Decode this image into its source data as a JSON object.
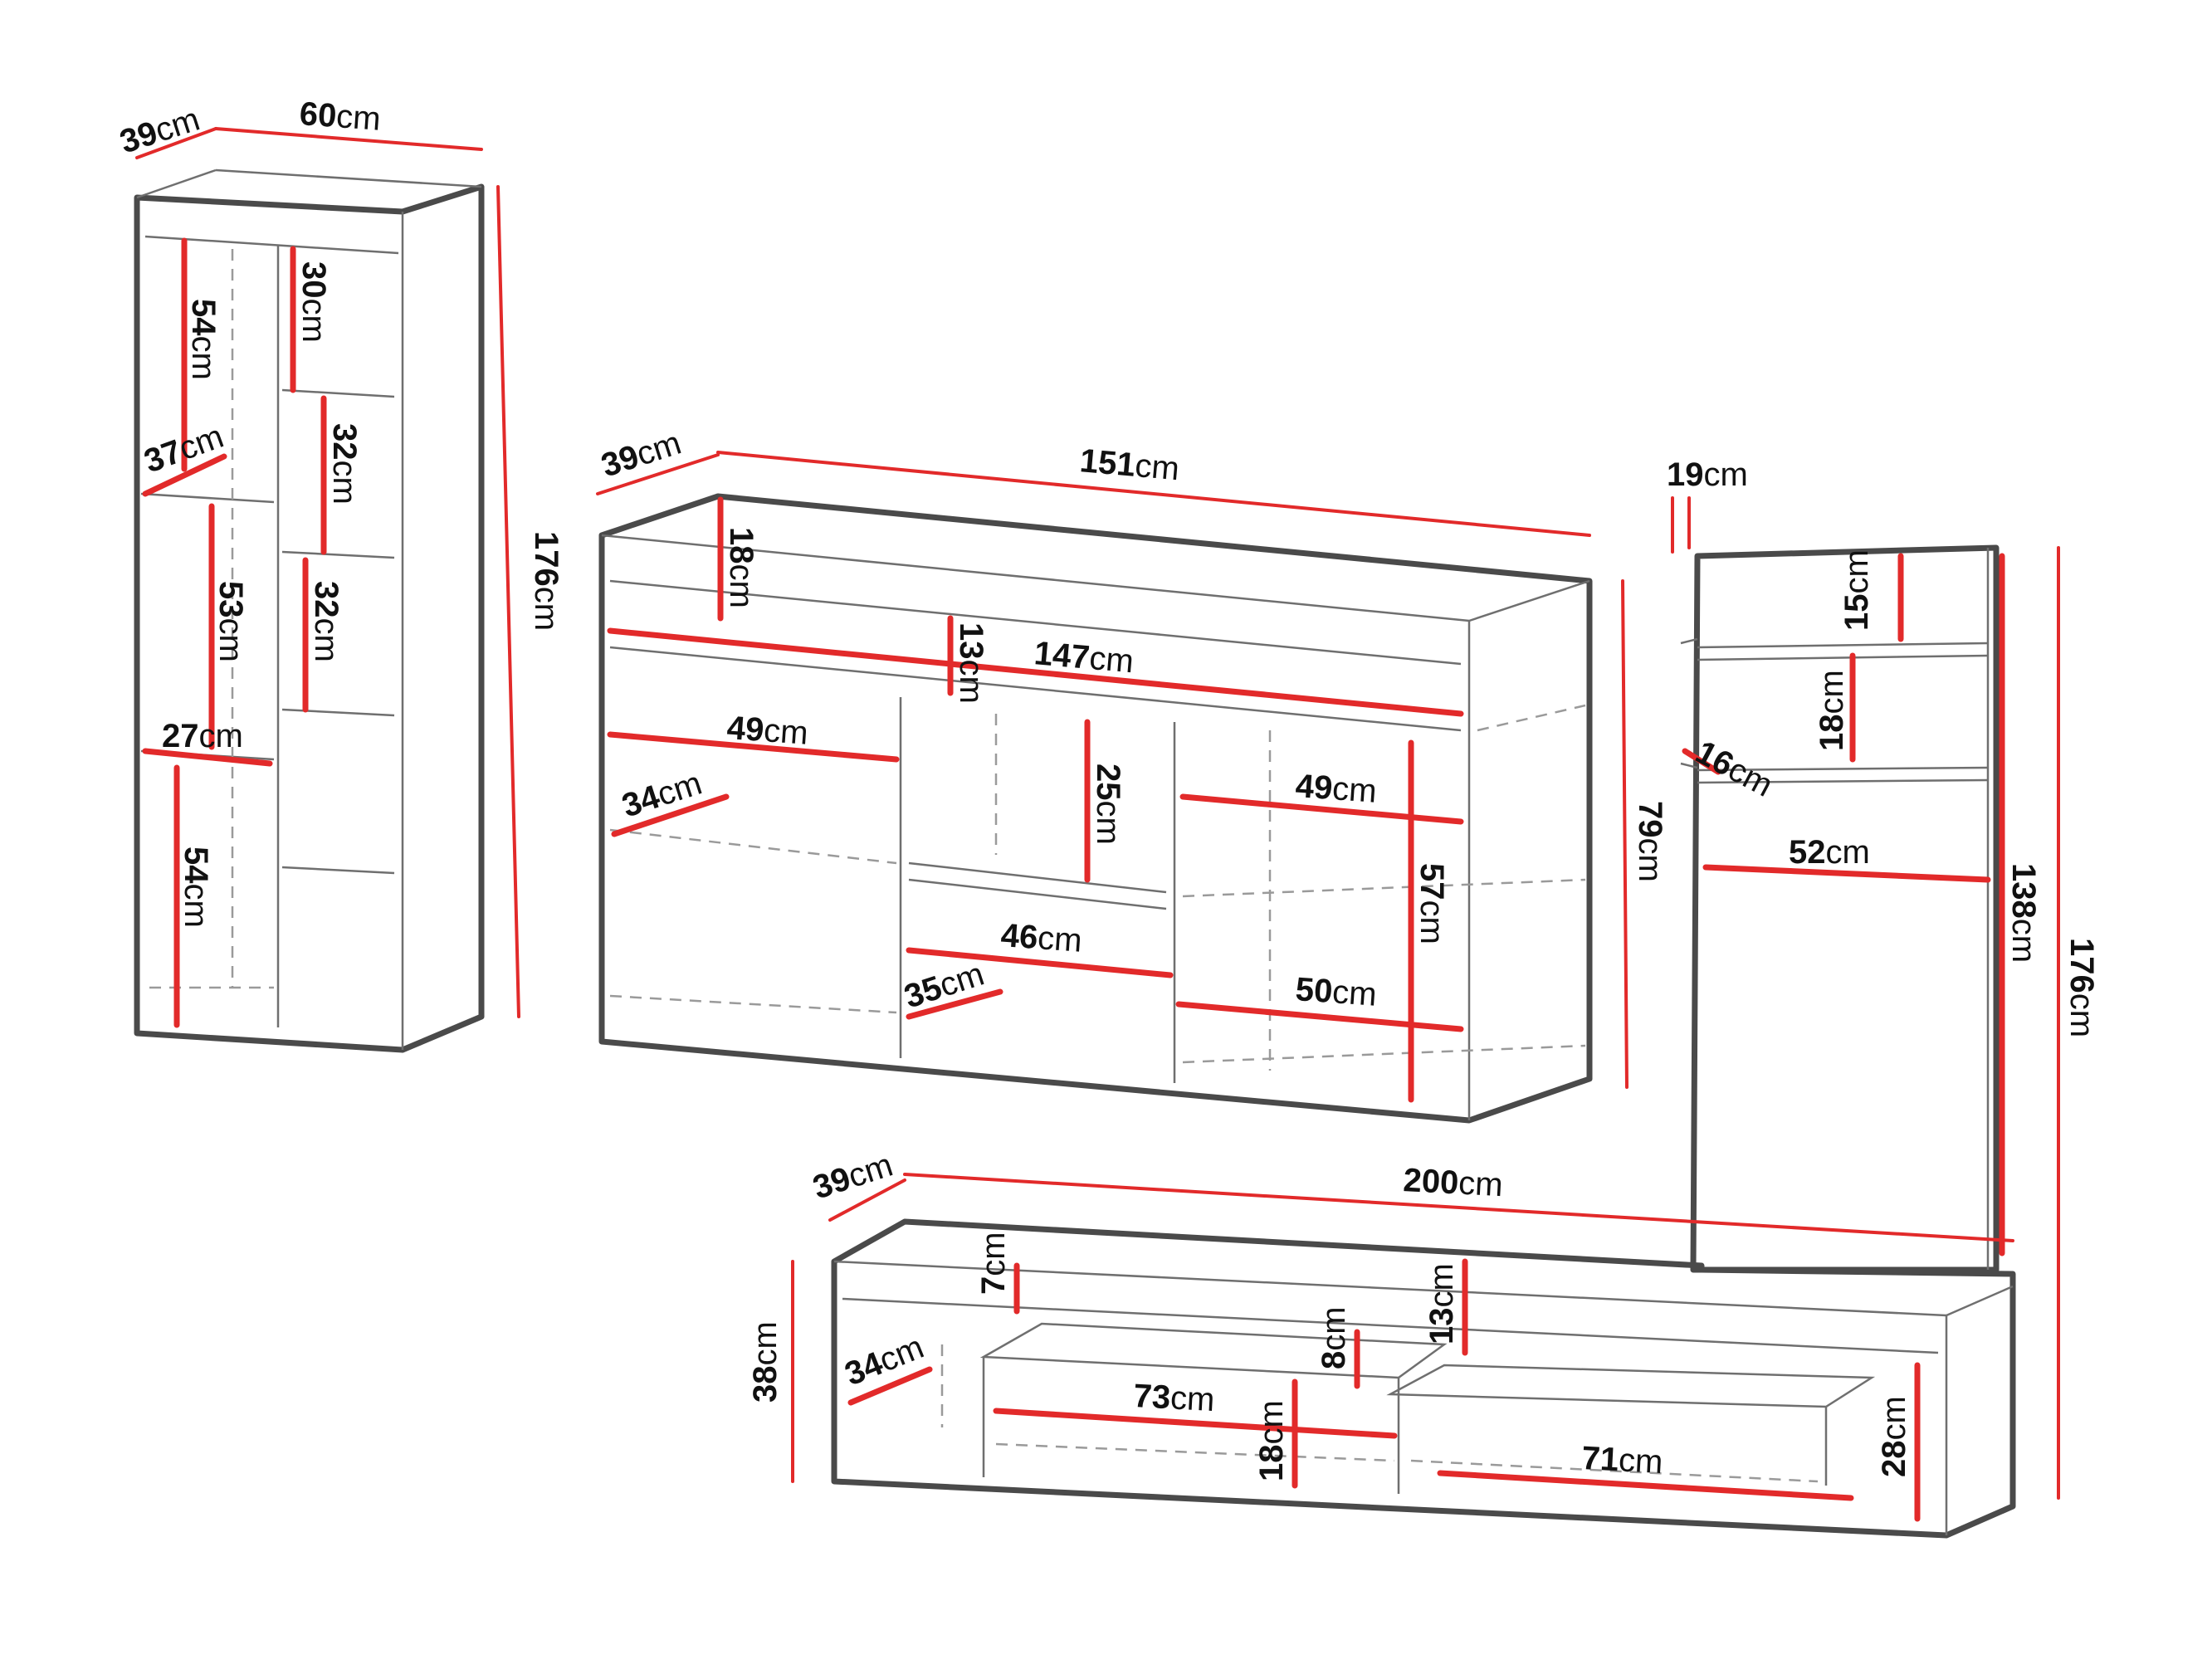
{
  "unit": "cm",
  "bookcase": {
    "labels": {
      "depth": "39",
      "width": "60",
      "height": "176",
      "left_top": "54",
      "left_mid_depth": "37",
      "left_mid": "53",
      "left_low_depth": "27",
      "left_bottom": "54",
      "right_top": "30",
      "right_second": "32",
      "right_third": "32"
    }
  },
  "sideboard": {
    "labels": {
      "depth": "39",
      "width": "151",
      "height": "79",
      "top_gap": "18",
      "inner_width": "147",
      "top_shelf": "13",
      "left_width": "49",
      "left_depth": "34",
      "mid_upper": "25",
      "mid_width": "46",
      "mid_depth": "35",
      "right_width": "49",
      "right_height": "57",
      "right_bottom": "50"
    }
  },
  "wall_shelf": {
    "labels": {
      "depth": "19",
      "top_shelf": "15",
      "mid_shelf": "18",
      "shelf_depth": "16",
      "width": "52",
      "panel_height": "138",
      "total_height": "176"
    }
  },
  "tv_stand": {
    "labels": {
      "depth": "39",
      "width": "200",
      "height": "38",
      "top_gap": "7",
      "left_depth": "34",
      "drawer_gap": "8",
      "right_top": "13",
      "drawer_width": "73",
      "drawer_height": "18",
      "right_width": "71",
      "right_height": "28"
    }
  },
  "colors": {
    "dimension": "#e22a2a",
    "outline": "#4a4a4a"
  }
}
